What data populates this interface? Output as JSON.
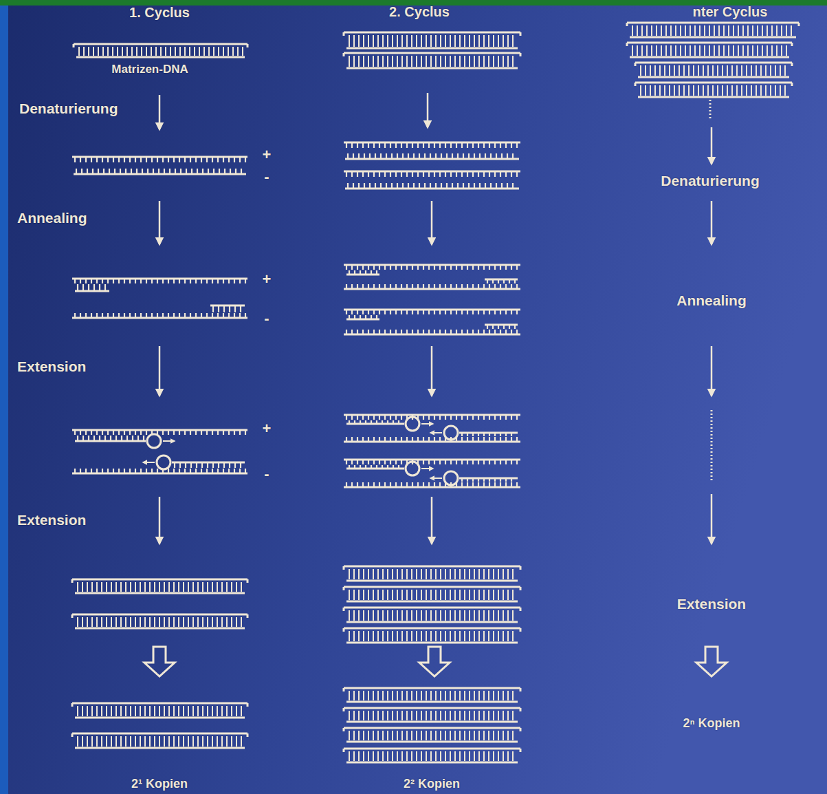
{
  "diagram": {
    "labels": [
      "1. Cyclus",
      "2. Cyclus",
      "nter Cyclus",
      "Matrizen-DNA",
      "Denaturierung",
      "+",
      "-",
      "Annealing",
      "+",
      "-",
      "Extension",
      "+",
      "-",
      "Extension",
      "2¹ Kopien",
      "2² Kopien",
      "Denaturierung",
      "Annealing",
      "Extension",
      "2ⁿ Kopien"
    ]
  }
}
